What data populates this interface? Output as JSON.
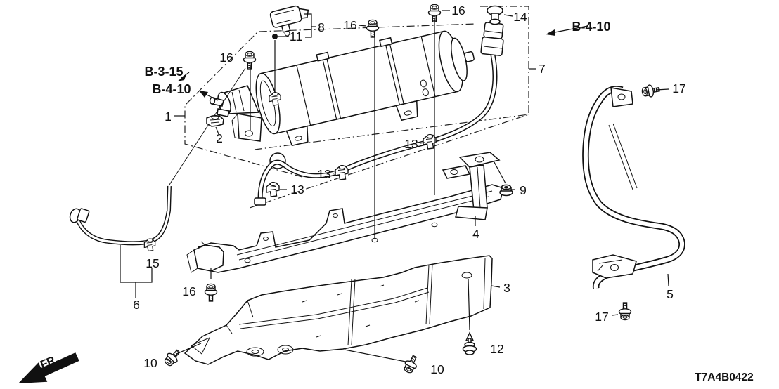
{
  "diagram": {
    "code": "T7A4B0422",
    "front_label": "FR.",
    "refs": {
      "b315": "B-3-15",
      "b410": "B-4-10"
    },
    "parts": {
      "p1": "1",
      "p2": "2",
      "p3": "3",
      "p4": "4",
      "p5": "5",
      "p6": "6",
      "p7": "7",
      "p8": "8",
      "p9": "9",
      "p10": "10",
      "p11": "11",
      "p12": "12",
      "p13": "13",
      "p14": "14",
      "p15": "15",
      "p16": "16",
      "p17": "17"
    },
    "colors": {
      "line": "#111111",
      "background": "#ffffff"
    }
  }
}
